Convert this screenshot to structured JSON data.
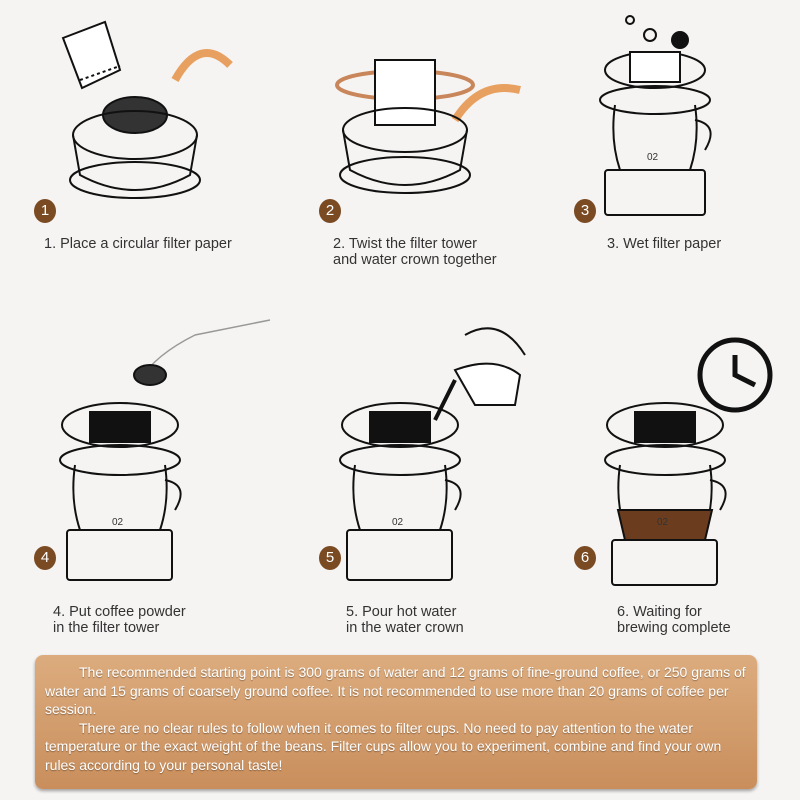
{
  "steps": [
    {
      "number": "1",
      "label": "1. Place a circular filter paper"
    },
    {
      "number": "2",
      "label": "2. Twist the filter tower\nand water crown together"
    },
    {
      "number": "3",
      "label": "3. Wet filter paper"
    },
    {
      "number": "4",
      "label": "4.  Put coffee powder\nin the filter tower"
    },
    {
      "number": "5",
      "label": "5.  Pour hot water\nin the water crown"
    },
    {
      "number": "6",
      "label": "6.  Waiting for\nbrewing complete"
    }
  ],
  "server_mark": "02",
  "note": {
    "paragraphs": [
      "The recommended starting point is 300 grams of water and 12 grams of fine-ground coffee, or 250 grams of water and 15 grams of coarsely ground coffee. It is not recommended to use more than 20 grams of coffee per session.",
      "There are no clear rules to follow when it comes to filter cups. No need to pay attention to the water temperature or the exact weight of the beans. Filter cups allow you to experiment, combine and find your own rules according to your personal taste!"
    ]
  },
  "colors": {
    "badge": "#7a4a22",
    "arrow": "#e8a060",
    "note_bg": "#d2a070",
    "coffee": "#6b3d1e"
  }
}
